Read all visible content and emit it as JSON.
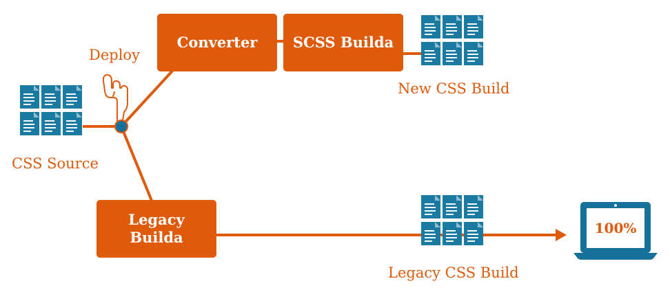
{
  "nodes": {
    "converter": "Converter",
    "scss_builda": "SCSS Builda",
    "legacy_builda_line1": "Legacy",
    "legacy_builda_line2": "Builda"
  },
  "labels": {
    "deploy": "Deploy",
    "css_source": "CSS Source",
    "new_css_build": "New CSS Build",
    "legacy_css_build": "Legacy CSS Build"
  },
  "laptop": {
    "screen_text": "100%"
  },
  "icons": [
    "file-stack-icon",
    "hand-pointer-icon",
    "laptop-icon",
    "arrow-right-icon"
  ],
  "colors": {
    "accent": "#e05a0c",
    "file_blue": "#1b7aa2",
    "junction": "#15719a"
  }
}
